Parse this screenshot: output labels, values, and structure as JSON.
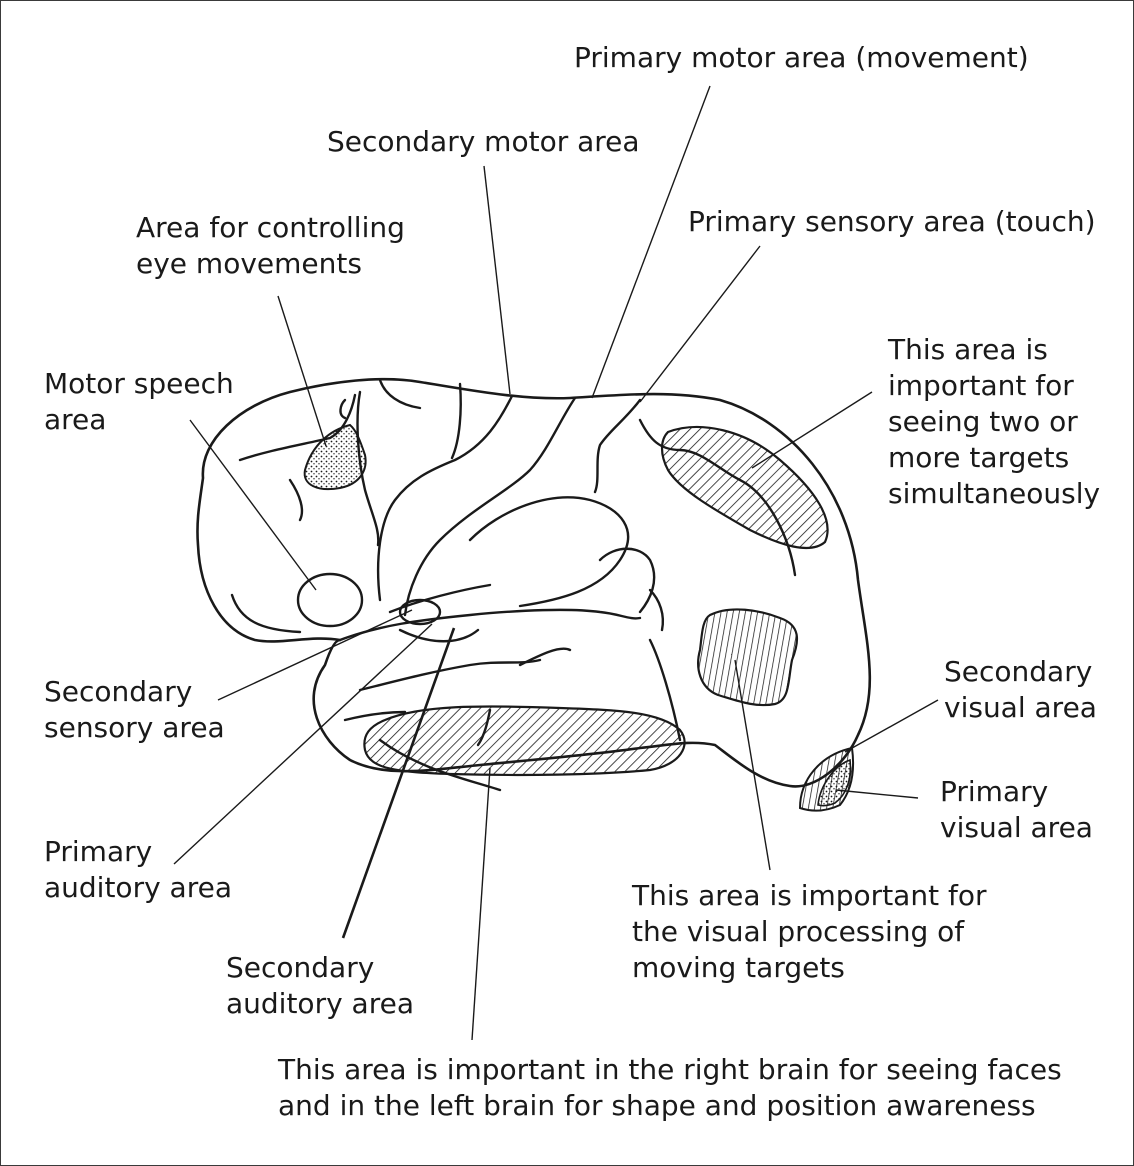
{
  "labels": {
    "primary_motor": "Primary motor area (movement)",
    "secondary_motor": "Secondary motor area",
    "primary_sensory": "Primary sensory area (touch)",
    "eye_movements": [
      "Area for controlling",
      "eye movements"
    ],
    "motor_speech": [
      "Motor speech",
      "area"
    ],
    "two_targets": [
      "This area is",
      "important for",
      "seeing two or",
      "more targets",
      "simultaneously"
    ],
    "secondary_sensory": [
      "Secondary",
      "sensory area"
    ],
    "secondary_visual": [
      "Secondary",
      "visual area"
    ],
    "primary_visual": [
      "Primary",
      "visual area"
    ],
    "primary_auditory": [
      "Primary",
      "auditory area"
    ],
    "moving_targets": [
      "This area is important for",
      "the visual processing of",
      "moving targets"
    ],
    "secondary_auditory": [
      "Secondary",
      "auditory area"
    ],
    "faces": [
      "This area is important in the right brain for seeing faces",
      "and in the left brain for shape and position awareness"
    ]
  }
}
